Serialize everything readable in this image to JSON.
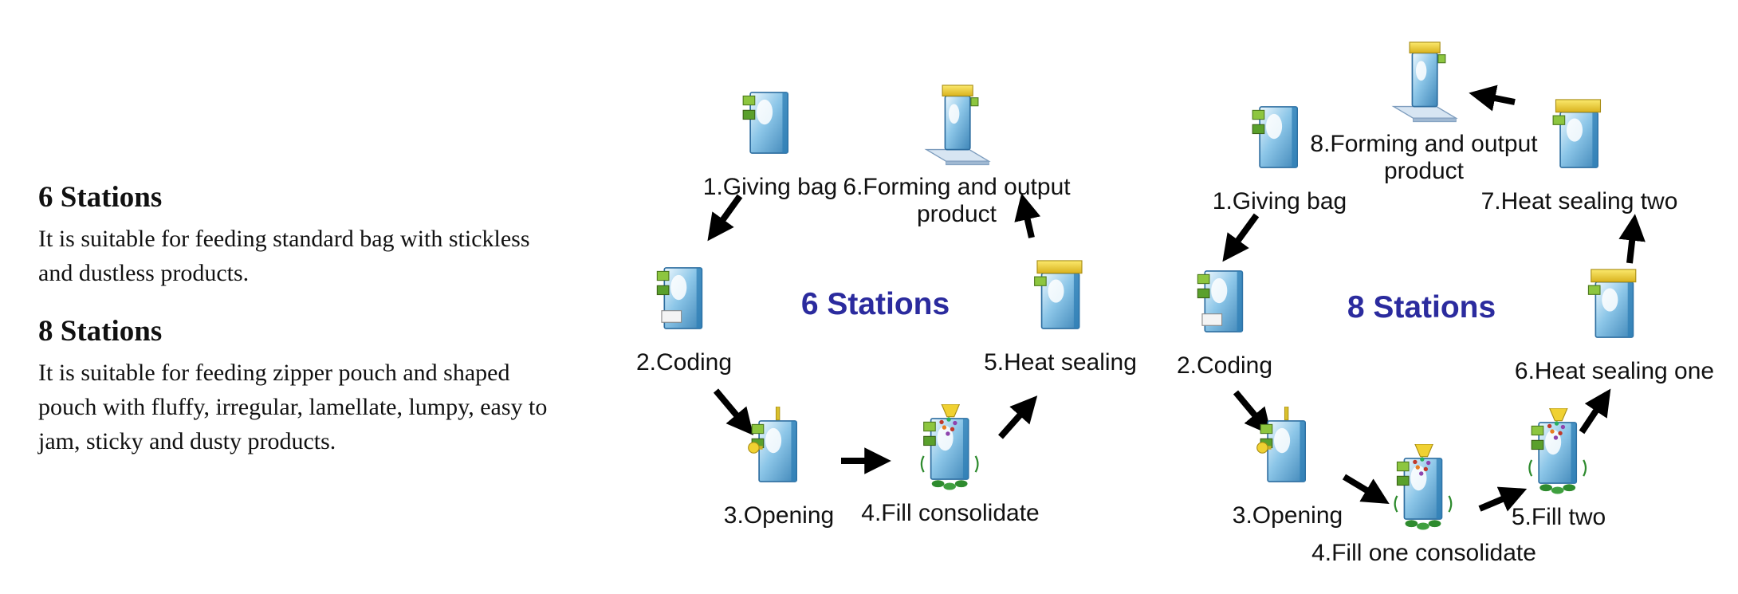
{
  "intro": {
    "six_heading": "6 Stations",
    "six_text": "It is suitable for feeding standard bag with stickless and dustless products.",
    "eight_heading": "8 Stations",
    "eight_text": "It is suitable for feeding zipper pouch and shaped pouch with fluffy, irregular, lamellate, lumpy, easy to jam, sticky and dusty products."
  },
  "six_cycle": {
    "title": "6 Stations",
    "steps": [
      {
        "label": "1.Giving bag",
        "icon": "giving-bag-icon"
      },
      {
        "label": "2.Coding",
        "icon": "coding-icon"
      },
      {
        "label": "3.Opening",
        "icon": "opening-icon"
      },
      {
        "label": "4.Fill consolidate",
        "icon": "fill-icon"
      },
      {
        "label": "5.Heat sealing",
        "icon": "heat-sealing-icon"
      },
      {
        "label": "6.Forming and output product",
        "icon": "forming-output-icon"
      }
    ]
  },
  "eight_cycle": {
    "title": "8 Stations",
    "steps": [
      {
        "label": "1.Giving bag",
        "icon": "giving-bag-icon"
      },
      {
        "label": "2.Coding",
        "icon": "coding-icon"
      },
      {
        "label": "3.Opening",
        "icon": "opening-icon"
      },
      {
        "label": "4.Fill one consolidate",
        "icon": "fill-icon"
      },
      {
        "label": "5.Fill two",
        "icon": "fill-icon"
      },
      {
        "label": "6.Heat sealing one",
        "icon": "heat-sealing-icon"
      },
      {
        "label": "7.Heat sealing two",
        "icon": "heat-sealing-icon"
      },
      {
        "label": "8.Forming and output product",
        "icon": "forming-output-icon"
      }
    ]
  },
  "colors": {
    "cycle_title_blue": "#2b2b9e",
    "bag_blue": "#8cc6e8",
    "tab_green": "#8dc63f",
    "accessory_yellow": "#f0d132",
    "text_black": "#111111"
  }
}
